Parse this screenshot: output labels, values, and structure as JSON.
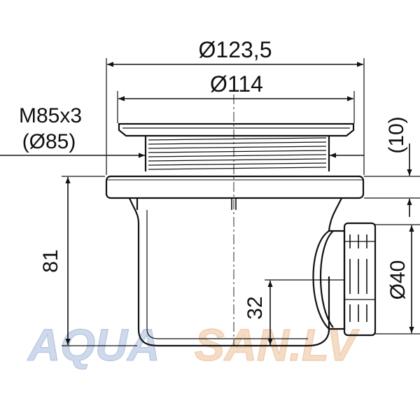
{
  "drawing": {
    "dimensions": {
      "outer_diameter": "Ø123,5",
      "inner_diameter": "Ø114",
      "thread_spec": "M85x3",
      "thread_diameter": "(Ø85)",
      "flange_height": "(10)",
      "body_height": "81",
      "outlet_diameter": "Ø40",
      "outlet_height": "32"
    },
    "watermark": {
      "part1": "AQUA",
      "part2": "SAN.LV"
    },
    "colors": {
      "line": "#111111",
      "watermark_blue": "#c9d5ea",
      "watermark_orange": "#f5d9bf"
    }
  }
}
